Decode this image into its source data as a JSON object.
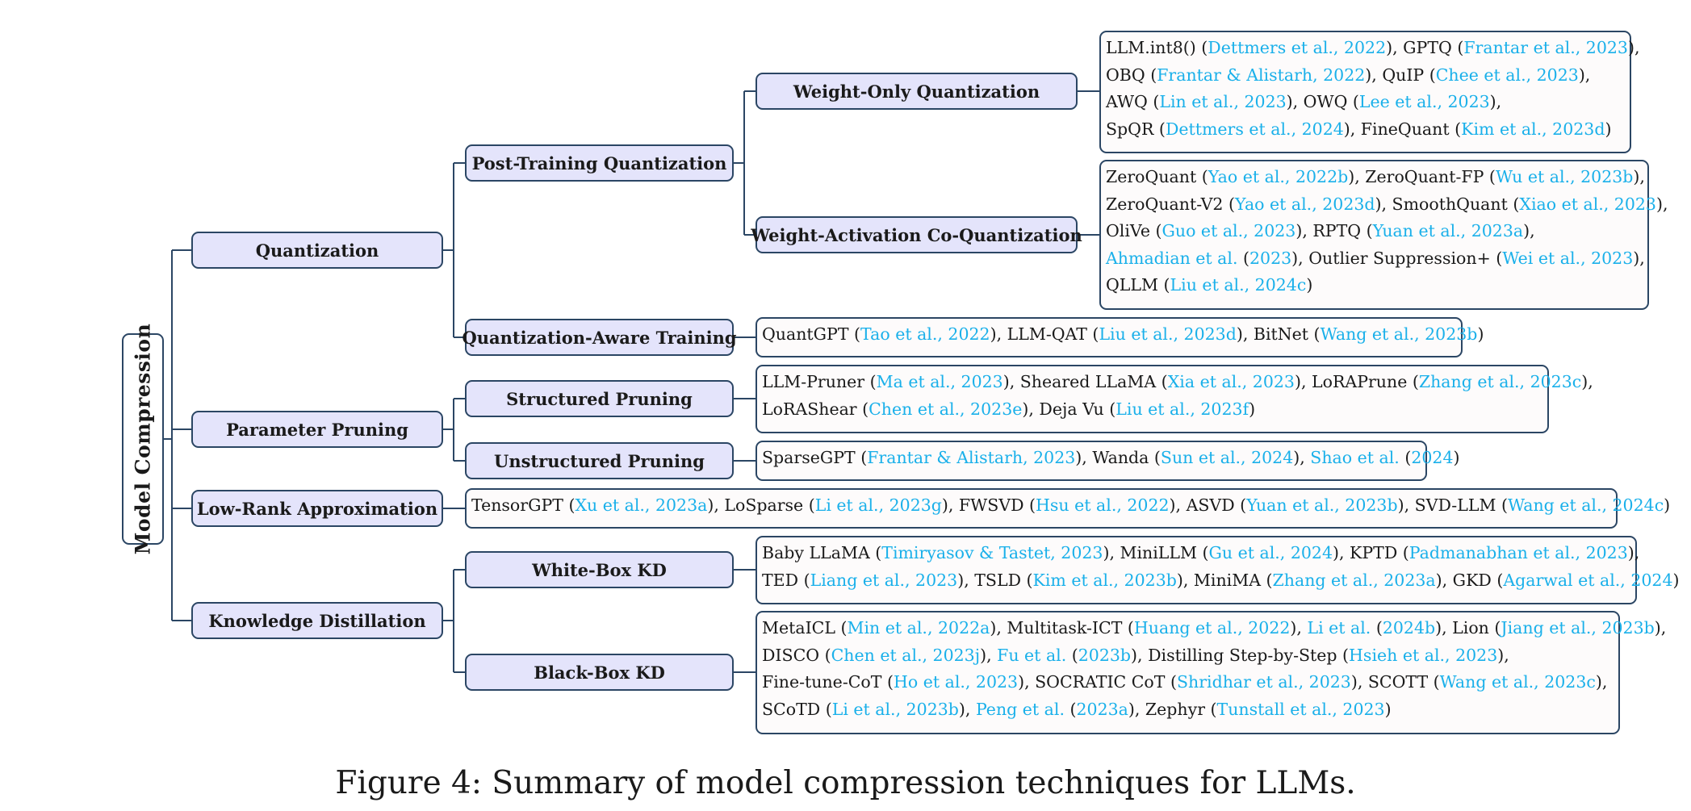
{
  "root": {
    "label": "Model Compression"
  },
  "categories": {
    "quantization": "Quantization",
    "pruning": "Parameter Pruning",
    "lowrank": "Low-Rank Approximation",
    "kd": "Knowledge Distillation"
  },
  "subcategories": {
    "ptq": "Post-Training Quantization",
    "qat": "Quantization-Aware Training",
    "weight_only": "Weight-Only Quantization",
    "weight_act": "Weight-Activation Co-Quantization",
    "structured": "Structured Pruning",
    "unstructured": "Unstructured Pruning",
    "whitebox": "White-Box KD",
    "blackbox": "Black-Box KD"
  },
  "leaves": {
    "weight_only": [
      [
        [
          "t",
          "LLM.int8() ("
        ],
        [
          "c",
          "Dettmers et al., 2022"
        ],
        [
          "t",
          "), GPTQ ("
        ],
        [
          "c",
          "Frantar et al., 2023"
        ],
        [
          "t",
          "),"
        ]
      ],
      [
        [
          "t",
          "OBQ ("
        ],
        [
          "c",
          "Frantar & Alistarh, 2022"
        ],
        [
          "t",
          "), QuIP ("
        ],
        [
          "c",
          "Chee et al., 2023"
        ],
        [
          "t",
          "),"
        ]
      ],
      [
        [
          "t",
          "AWQ ("
        ],
        [
          "c",
          "Lin et al., 2023"
        ],
        [
          "t",
          "), OWQ ("
        ],
        [
          "c",
          "Lee et al., 2023"
        ],
        [
          "t",
          "),"
        ]
      ],
      [
        [
          "t",
          "SpQR ("
        ],
        [
          "c",
          "Dettmers et al., 2024"
        ],
        [
          "t",
          "), FineQuant ("
        ],
        [
          "c",
          "Kim et al., 2023d"
        ],
        [
          "t",
          ")"
        ]
      ]
    ],
    "weight_act": [
      [
        [
          "t",
          "ZeroQuant ("
        ],
        [
          "c",
          "Yao et al., 2022b"
        ],
        [
          "t",
          "), ZeroQuant-FP ("
        ],
        [
          "c",
          "Wu et al., 2023b"
        ],
        [
          "t",
          "),"
        ]
      ],
      [
        [
          "t",
          "ZeroQuant-V2 ("
        ],
        [
          "c",
          "Yao et al., 2023d"
        ],
        [
          "t",
          "), SmoothQuant ("
        ],
        [
          "c",
          "Xiao et al., 2023"
        ],
        [
          "t",
          "),"
        ]
      ],
      [
        [
          "t",
          "OliVe ("
        ],
        [
          "c",
          "Guo et al., 2023"
        ],
        [
          "t",
          "), RPTQ ("
        ],
        [
          "c",
          "Yuan et al., 2023a"
        ],
        [
          "t",
          "),"
        ]
      ],
      [
        [
          "c",
          "Ahmadian et al."
        ],
        [
          "t",
          " ("
        ],
        [
          "c",
          "2023"
        ],
        [
          "t",
          "), Outlier Suppression+ ("
        ],
        [
          "c",
          "Wei et al., 2023"
        ],
        [
          "t",
          "),"
        ]
      ],
      [
        [
          "t",
          "QLLM ("
        ],
        [
          "c",
          "Liu et al., 2024c"
        ],
        [
          "t",
          ")"
        ]
      ]
    ],
    "qat": [
      [
        [
          "t",
          "QuantGPT ("
        ],
        [
          "c",
          "Tao et al., 2022"
        ],
        [
          "t",
          "), LLM-QAT ("
        ],
        [
          "c",
          "Liu et al., 2023d"
        ],
        [
          "t",
          "), BitNet ("
        ],
        [
          "c",
          "Wang et al., 2023b"
        ],
        [
          "t",
          ")"
        ]
      ]
    ],
    "structured": [
      [
        [
          "t",
          "LLM-Pruner ("
        ],
        [
          "c",
          "Ma et al., 2023"
        ],
        [
          "t",
          "), Sheared LLaMA ("
        ],
        [
          "c",
          "Xia et al., 2023"
        ],
        [
          "t",
          "), LoRAPrune ("
        ],
        [
          "c",
          "Zhang et al., 2023c"
        ],
        [
          "t",
          "),"
        ]
      ],
      [
        [
          "t",
          "LoRAShear ("
        ],
        [
          "c",
          "Chen et al., 2023e"
        ],
        [
          "t",
          "), Deja Vu ("
        ],
        [
          "c",
          "Liu et al., 2023f"
        ],
        [
          "t",
          ")"
        ]
      ]
    ],
    "unstructured": [
      [
        [
          "t",
          "SparseGPT ("
        ],
        [
          "c",
          "Frantar & Alistarh, 2023"
        ],
        [
          "t",
          "), Wanda ("
        ],
        [
          "c",
          "Sun et al., 2024"
        ],
        [
          "t",
          "), "
        ],
        [
          "c",
          "Shao et al."
        ],
        [
          "t",
          " ("
        ],
        [
          "c",
          "2024"
        ],
        [
          "t",
          ")"
        ]
      ]
    ],
    "lowrank": [
      [
        [
          "t",
          "TensorGPT ("
        ],
        [
          "c",
          "Xu et al., 2023a"
        ],
        [
          "t",
          "), LoSparse ("
        ],
        [
          "c",
          "Li et al., 2023g"
        ],
        [
          "t",
          "), FWSVD ("
        ],
        [
          "c",
          "Hsu et al., 2022"
        ],
        [
          "t",
          "),  ASVD ("
        ],
        [
          "c",
          "Yuan et al., 2023b"
        ],
        [
          "t",
          "), SVD-LLM ("
        ],
        [
          "c",
          "Wang et al., 2024c"
        ],
        [
          "t",
          ")"
        ]
      ]
    ],
    "whitebox": [
      [
        [
          "t",
          "Baby LLaMA ("
        ],
        [
          "c",
          "Timiryasov & Tastet, 2023"
        ],
        [
          "t",
          "), MiniLLM ("
        ],
        [
          "c",
          "Gu et al., 2024"
        ],
        [
          "t",
          "),  KPTD ("
        ],
        [
          "c",
          "Padmanabhan et al., 2023"
        ],
        [
          "t",
          "),"
        ]
      ],
      [
        [
          "t",
          "TED ("
        ],
        [
          "c",
          "Liang et al., 2023"
        ],
        [
          "t",
          "), TSLD ("
        ],
        [
          "c",
          "Kim et al., 2023b"
        ],
        [
          "t",
          "), MiniMA ("
        ],
        [
          "c",
          "Zhang et al., 2023a"
        ],
        [
          "t",
          "), GKD ("
        ],
        [
          "c",
          "Agarwal et al., 2024"
        ],
        [
          "t",
          ")"
        ]
      ]
    ],
    "blackbox": [
      [
        [
          "t",
          "MetaICL ("
        ],
        [
          "c",
          "Min et al., 2022a"
        ],
        [
          "t",
          "), Multitask-ICT ("
        ],
        [
          "c",
          "Huang et al., 2022"
        ],
        [
          "t",
          "), "
        ],
        [
          "c",
          "Li et al."
        ],
        [
          "t",
          " ("
        ],
        [
          "c",
          "2024b"
        ],
        [
          "t",
          "), Lion ("
        ],
        [
          "c",
          "Jiang et al., 2023b"
        ],
        [
          "t",
          "),"
        ]
      ],
      [
        [
          "t",
          "DISCO ("
        ],
        [
          "c",
          "Chen et al., 2023j"
        ],
        [
          "t",
          "), "
        ],
        [
          "c",
          "Fu et al."
        ],
        [
          "t",
          " ("
        ],
        [
          "c",
          "2023b"
        ],
        [
          "t",
          "), Distilling Step-by-Step ("
        ],
        [
          "c",
          "Hsieh et al., 2023"
        ],
        [
          "t",
          "),"
        ]
      ],
      [
        [
          "t",
          "Fine-tune-CoT ("
        ],
        [
          "c",
          "Ho et al., 2023"
        ],
        [
          "t",
          "), SOCRATIC CoT ("
        ],
        [
          "c",
          "Shridhar et al., 2023"
        ],
        [
          "t",
          "), SCOTT ("
        ],
        [
          "c",
          "Wang et al., 2023c"
        ],
        [
          "t",
          "),"
        ]
      ],
      [
        [
          "t",
          "SCoTD ("
        ],
        [
          "c",
          "Li et al., 2023b"
        ],
        [
          "t",
          "), "
        ],
        [
          "c",
          "Peng et al."
        ],
        [
          "t",
          " ("
        ],
        [
          "c",
          "2023a"
        ],
        [
          "t",
          "), Zephyr ("
        ],
        [
          "c",
          "Tunstall et al., 2023"
        ],
        [
          "t",
          ")"
        ]
      ]
    ]
  },
  "caption": "Figure 4: Summary of model compression techniques for LLMs.",
  "colors": {
    "node_fill": "#e4e4fb",
    "border": "#2b4664",
    "citation": "#1ab0ea",
    "leaf_fill": "#fdfbfb"
  }
}
